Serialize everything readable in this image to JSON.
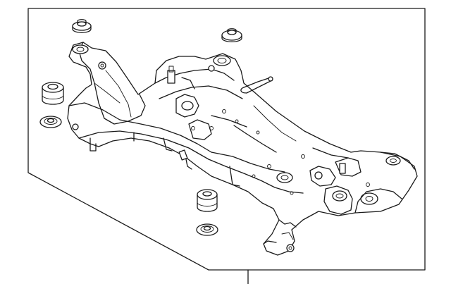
{
  "diagram": {
    "kind": "exploded-parts-view",
    "parts": [
      {
        "name": "crossmember-subframe"
      },
      {
        "name": "bushing-upper-left"
      },
      {
        "name": "bushing-upper-center"
      },
      {
        "name": "insulator-left"
      },
      {
        "name": "washer-left"
      },
      {
        "name": "insulator-front"
      },
      {
        "name": "washer-front"
      }
    ],
    "colors": {
      "line": "#1a1a1a",
      "background": "#ffffff"
    }
  }
}
